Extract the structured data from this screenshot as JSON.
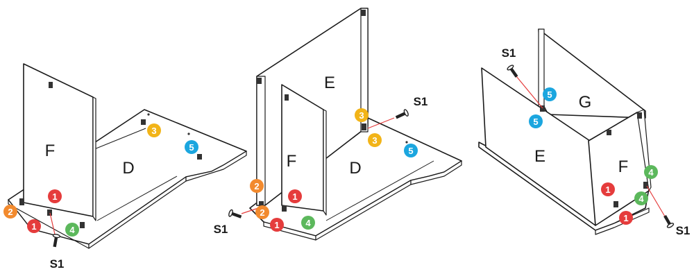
{
  "colors": {
    "red": "#e53c3c",
    "orange": "#f28a2e",
    "yellow": "#f2b418",
    "green": "#5cb85c",
    "blue": "#1ba6df"
  },
  "step1": {
    "panel_f": "F",
    "panel_d": "D",
    "screw": "S1",
    "badges": [
      {
        "num": "1",
        "color": "red"
      },
      {
        "num": "2",
        "color": "orange"
      },
      {
        "num": "1",
        "color": "red"
      },
      {
        "num": "4",
        "color": "green"
      },
      {
        "num": "3",
        "color": "yellow"
      },
      {
        "num": "5",
        "color": "blue"
      }
    ]
  },
  "step2": {
    "panel_e": "E",
    "panel_f": "F",
    "panel_d": "D",
    "screw_left": "S1",
    "screw_right": "S1",
    "badges": [
      {
        "num": "2",
        "color": "orange"
      },
      {
        "num": "2",
        "color": "orange"
      },
      {
        "num": "1",
        "color": "red"
      },
      {
        "num": "1",
        "color": "red"
      },
      {
        "num": "4",
        "color": "green"
      },
      {
        "num": "3",
        "color": "yellow"
      },
      {
        "num": "3",
        "color": "yellow"
      },
      {
        "num": "5",
        "color": "blue"
      }
    ]
  },
  "step3": {
    "panel_g": "G",
    "panel_e": "E",
    "panel_f": "F",
    "screw_top": "S1",
    "screw_bottom": "S1",
    "badges": [
      {
        "num": "5",
        "color": "blue"
      },
      {
        "num": "5",
        "color": "blue"
      },
      {
        "num": "4",
        "color": "green"
      },
      {
        "num": "4",
        "color": "green"
      },
      {
        "num": "1",
        "color": "red"
      },
      {
        "num": "1",
        "color": "red"
      }
    ]
  }
}
